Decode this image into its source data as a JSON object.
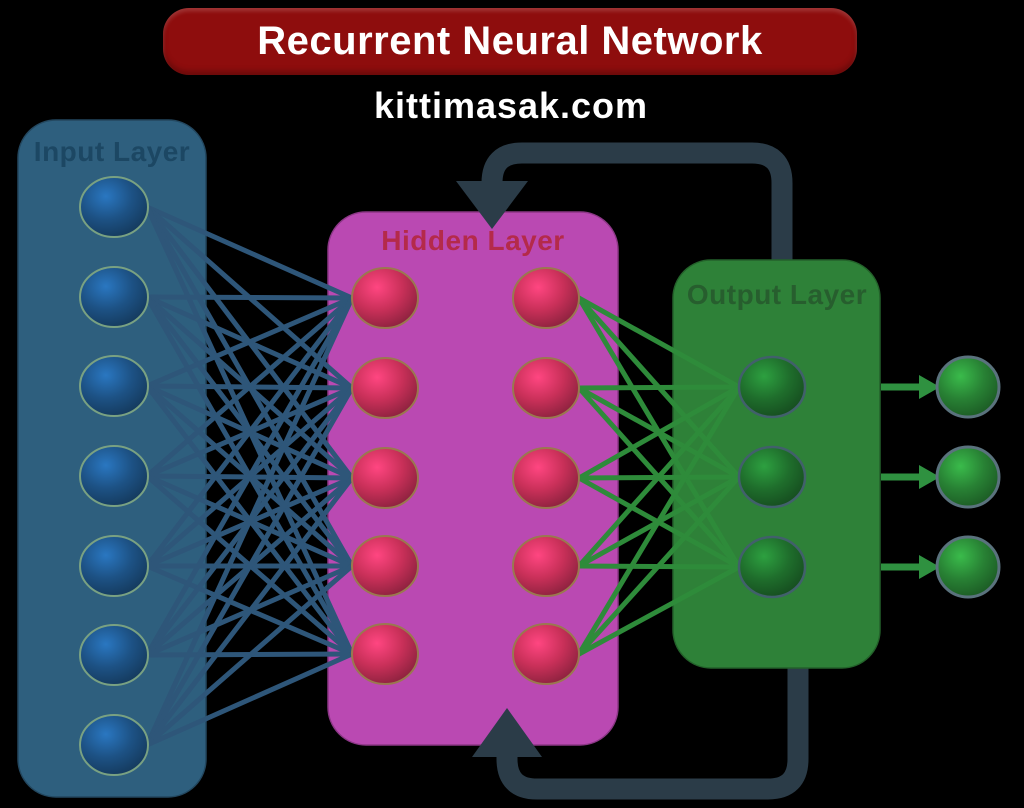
{
  "page": {
    "background_color": "#000000"
  },
  "banner": {
    "title": "Recurrent Neural Network",
    "bg_color": "#8e0d0d",
    "text_color": "#ffffff"
  },
  "watermark": {
    "text": "kittimasak.com",
    "text_color": "#ffffff"
  },
  "network": {
    "type": "recurrent-neural-network",
    "layers": [
      {
        "key": "input",
        "label": "Input Layer",
        "label_color": "#1c4763",
        "box_color": "#2e5f7e",
        "node_color": "#1d5285",
        "node_count": 7
      },
      {
        "key": "hidden",
        "label": "Hidden Layer",
        "label_color": "#b42a4a",
        "box_color": "#ba49b2",
        "node_color": "#c93059",
        "node_count": 10,
        "columns": 2
      },
      {
        "key": "output",
        "label": "Output Layer",
        "label_color": "#275e2e",
        "box_color": "#2e8138",
        "node_color": "#1f6e2c",
        "node_count": 3
      }
    ],
    "final_output_nodes": {
      "node_count": 3,
      "node_color": "#288134"
    },
    "connections": [
      {
        "from": "input",
        "to": "hidden",
        "color": "#2e5679",
        "line_count": 35,
        "style": "line"
      },
      {
        "from": "hidden",
        "to": "output",
        "color": "#2e8b3a",
        "line_count": 15,
        "style": "line"
      },
      {
        "from": "output",
        "to": "final-outputs",
        "color": "#2f9140",
        "line_count": 3,
        "style": "arrow"
      }
    ],
    "recurrent_loop": {
      "color": "#2b3c48",
      "arrow_count": 2
    }
  }
}
